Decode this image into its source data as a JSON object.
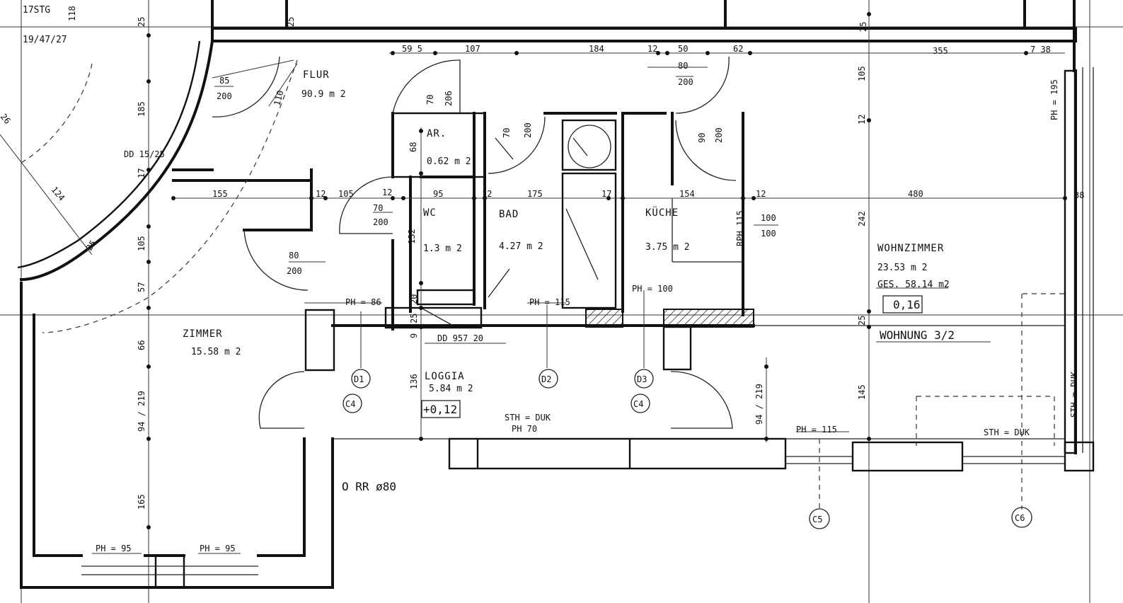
{
  "plan": {
    "rooms": {
      "flur": {
        "name": "FLUR",
        "area": "90.9 m 2"
      },
      "ar": {
        "name": "AR.",
        "area": "0.62 m 2"
      },
      "wc": {
        "name": "WC",
        "area": "1.3 m 2"
      },
      "bad": {
        "name": "BAD",
        "area": "4.27 m 2"
      },
      "kueche": {
        "name": "KÜCHE",
        "area": "3.75 m 2"
      },
      "wohnzimmer": {
        "name": "WOHNZIMMER",
        "area": "23.53 m 2",
        "total": "GES. 58.14 m2",
        "level": "0,16"
      },
      "zimmer": {
        "name": "ZIMMER",
        "area": "15.58 m 2"
      },
      "loggia": {
        "name": "LOGGIA",
        "area": "5.84 m 2",
        "level": "+0,12"
      }
    },
    "wohnung": "WOHNUNG   3/2",
    "orr": "O RR ø80",
    "sheet": {
      "line1": "17STG",
      "line2": "19/47/27"
    },
    "notes": {
      "dd": "DD 15/25",
      "dd957": "DD 957 20",
      "sth_loggia_1": "STH = DUK",
      "sth_loggia_2": "PH   70",
      "sth_right": "STH   = DUK",
      "sth_vert": "STH = DUK"
    },
    "markers": {
      "d1": "D1",
      "d2": "D2",
      "d3": "D3",
      "c4a": "C4",
      "c4b": "C4",
      "c5": "C5",
      "c6": "C6"
    },
    "ph": {
      "ph86": "PH = 86",
      "ph115a": "PH = 115",
      "ph100": "PH = 100",
      "ph115b": "PH = 115",
      "ph95a": "PH = 95",
      "ph95b": "PH = 95",
      "ph195": "PH = 195",
      "rph": "RPH 115"
    },
    "dims": {
      "d595": "59 5",
      "d107": "107",
      "d184": "184",
      "d12a": "12",
      "d50": "50",
      "d62": "62",
      "d355": "355",
      "d7_38": "7  38",
      "d80_200a_top": "80",
      "d80_200a_bot": "200",
      "d85": "85",
      "d200a": "200",
      "d110": "110",
      "d70": "70",
      "d206": "206",
      "d68": "68",
      "d70b": "70",
      "d200b": "200",
      "d90": "90",
      "d200c": "200",
      "d155": "155",
      "d12b": "12",
      "d105": "105",
      "d12c": "12",
      "d95": "95",
      "d12d": "12",
      "d175": "175",
      "d17": "17",
      "d154": "154",
      "d12e": "12",
      "d480": "480",
      "d38": "38",
      "d70_200_top": "70",
      "d70_200_bot": "200",
      "d132": "132",
      "d100a": "100",
      "d100b": "100",
      "d80_200_top": "80",
      "d80_200_bot": "200",
      "d25top": "25",
      "d25right": "25",
      "v25": "25",
      "v185": "185",
      "v17": "17",
      "v105": "105",
      "v57": "57",
      "v66": "66",
      "v94_219": "94 / 219",
      "v165": "165",
      "v105b": "105",
      "v12": "12",
      "v242": "242",
      "v25b": "25",
      "v145": "145",
      "v94_219b": "94 / 219",
      "v136": "136",
      "v20": "20",
      "v25c": "25",
      "v9": "9",
      "v124": "124",
      "v25d": "25",
      "v118": "118",
      "v26": "26"
    }
  }
}
